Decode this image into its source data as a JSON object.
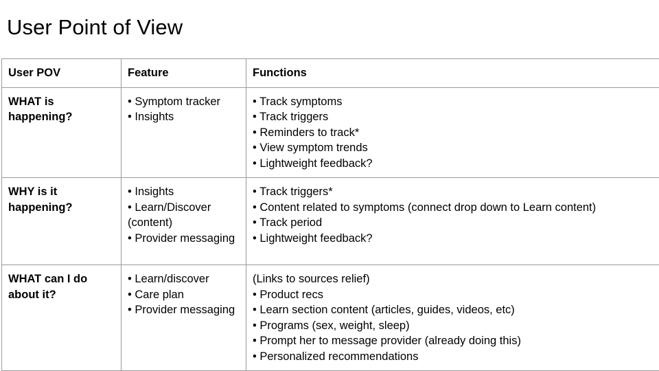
{
  "slide": {
    "title": "User Point of View"
  },
  "table": {
    "headers": [
      "User POV",
      "Feature",
      "Functions"
    ],
    "rows": [
      {
        "pov": [
          "WHAT is",
          "happening?"
        ],
        "feature": [
          "• Symptom tracker",
          "• Insights"
        ],
        "functions": [
          "• Track symptoms",
          "• Track triggers",
          "• Reminders to track*",
          "• View symptom trends",
          "• Lightweight feedback?"
        ]
      },
      {
        "pov": [
          "WHY is it",
          "happening?"
        ],
        "feature": [
          "• Insights",
          "• Learn/Discover (content)",
          "• Provider messaging"
        ],
        "functions": [
          "• Track triggers*",
          "• Content related to symptoms (connect drop down to Learn content)",
          "• Track period",
          "• Lightweight feedback?"
        ]
      },
      {
        "pov": [
          "WHAT can I do",
          "about it?"
        ],
        "feature": [
          "• Learn/discover",
          "• Care plan",
          "• Provider messaging"
        ],
        "functions": [
          "(Links to sources relief)",
          "• Product recs",
          "• Learn section content (articles, guides, videos, etc)",
          "• Programs (sex, weight, sleep)",
          "• Prompt her to message provider (already doing this)",
          "• Personalized recommendations"
        ]
      }
    ]
  },
  "colors": {
    "border": "#9a9a9a",
    "text": "#000000",
    "background": "#ffffff"
  }
}
